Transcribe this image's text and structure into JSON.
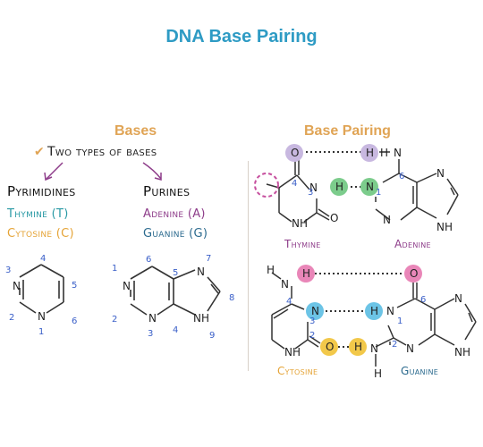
{
  "title": "DNA Base Pairing",
  "bases": {
    "heading": "Bases",
    "check_text": "Two types of bases",
    "pyrimidines": {
      "label": "Pyrimidines",
      "items": [
        "Thymine (T)",
        "Cytosine (C)"
      ],
      "ring_atoms": [
        "N",
        "N"
      ],
      "ring_numbers": [
        "1",
        "2",
        "3",
        "4",
        "5",
        "6"
      ]
    },
    "purines": {
      "label": "Purines",
      "items": [
        "Adenine (A)",
        "Guanine (G)"
      ],
      "ring_atoms": [
        "N",
        "N",
        "N",
        "NH"
      ],
      "ring_numbers": [
        "1",
        "2",
        "3",
        "4",
        "5",
        "6",
        "7",
        "8",
        "9"
      ]
    }
  },
  "base_pairing": {
    "heading": "Base Pairing",
    "at_pair": {
      "left_name": "Thymine",
      "right_name": "Adenine",
      "bond_atoms": [
        "O",
        "H",
        "H",
        "N",
        "N",
        "H"
      ],
      "other_atoms": [
        "N",
        "N",
        "NH",
        "N",
        "N",
        "N",
        "O",
        "H"
      ],
      "numbers": [
        "3",
        "4",
        "1",
        "6"
      ]
    },
    "gc_pair": {
      "left_name": "Cytosine",
      "right_name": "Guanine",
      "bond_atoms": [
        "H",
        "O",
        "N",
        "H",
        "N",
        "O",
        "H",
        "N"
      ],
      "other_atoms": [
        "H",
        "N",
        "NH",
        "N",
        "N",
        "N",
        "NH",
        "H"
      ],
      "numbers": [
        "4",
        "3",
        "2",
        "6",
        "1",
        "2"
      ]
    }
  },
  "colors": {
    "title": "#2e9bc4",
    "heading": "#e0a455",
    "thymine": "#2a9aa5",
    "cytosine": "#e5a437",
    "adenine": "#8e3d8a",
    "guanine": "#2b6a8e",
    "o_circle_purple": "#c8b8e0",
    "h_circle_purple": "#c8b8e0",
    "h_circle_green": "#7ccc8c",
    "n_circle_green": "#7ccc8c",
    "h_circle_pink": "#e986b8",
    "o_circle_pink": "#e986b8",
    "n_circle_blue": "#6cc4e6",
    "o_circle_yellow": "#f2c84a",
    "h_circle_yellow": "#f2c84a",
    "methyl_highlight": "#c64f9e"
  }
}
